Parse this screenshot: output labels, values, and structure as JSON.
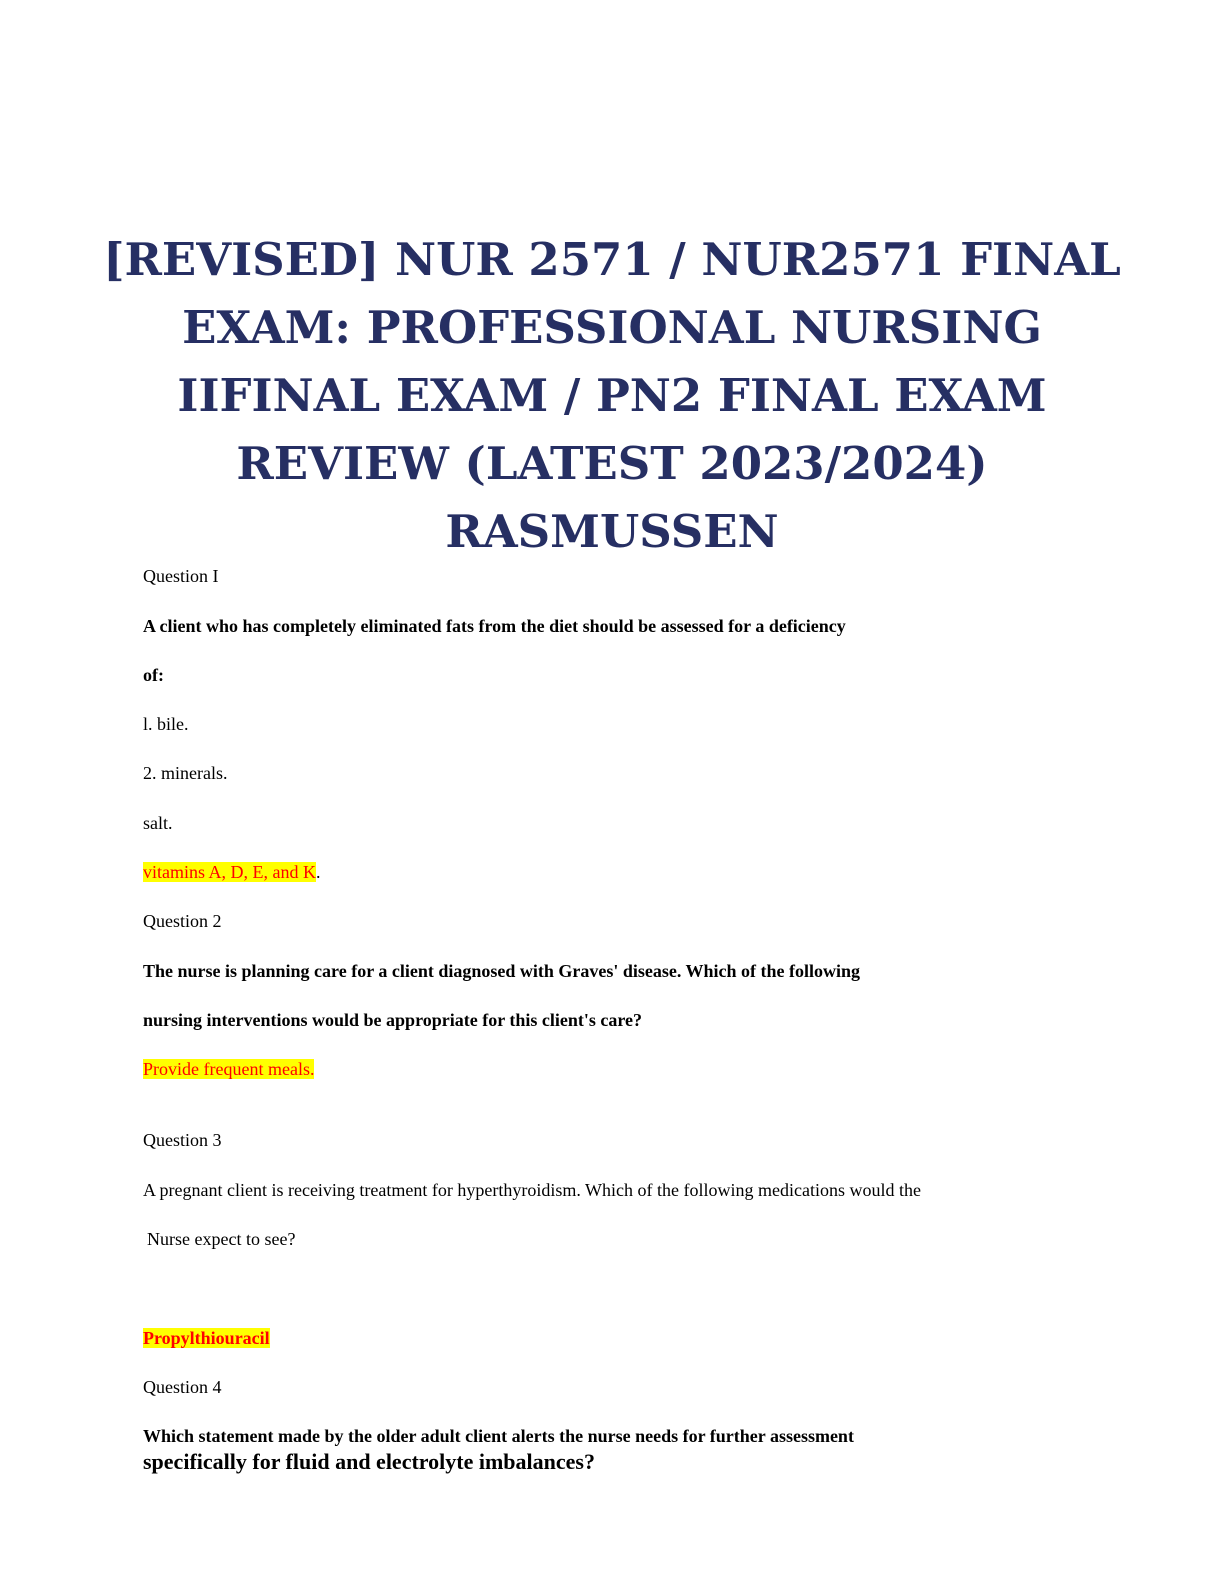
{
  "title": "[REVISED] NUR 2571 / NUR2571 FINAL EXAM: PROFESSIONAL NURSING IIFINAL EXAM / PN2 FINAL EXAM REVIEW (LATEST 2023/2024) RASMUSSEN",
  "q1": {
    "label": "Question I",
    "stem_line1": "A client who has completely eliminated fats from the diet should be assessed for a deficiency",
    "stem_line2": "of:",
    "option1": "l. bile.",
    "option2": "2. minerals.",
    "option3": "salt.",
    "answer": "vitamins A, D, E, and K",
    "answer_suffix": "."
  },
  "q2": {
    "label": "Question 2",
    "stem_line1": "The nurse is planning care for a client diagnosed with Graves' disease. Which of the following",
    "stem_line2": "nursing interventions would be appropriate for this client's care?",
    "answer": "Provide frequent meals."
  },
  "q3": {
    "label": "Question 3",
    "stem_line1": "A pregnant client is receiving treatment for hyperthyroidism. Which of the following medications would the",
    "stem_line2": "Nurse expect to see?",
    "answer": "Propylthiouracil"
  },
  "q4": {
    "label": "Question 4",
    "stem_line1": "Which statement made by the older adult client alerts the nurse needs for further assessment",
    "stem_line2": "specifically for fluid and electrolyte imbalances?"
  },
  "colors": {
    "title": "#262f63",
    "highlight_bg": "#ffff00",
    "highlight_text": "#ff0000"
  }
}
